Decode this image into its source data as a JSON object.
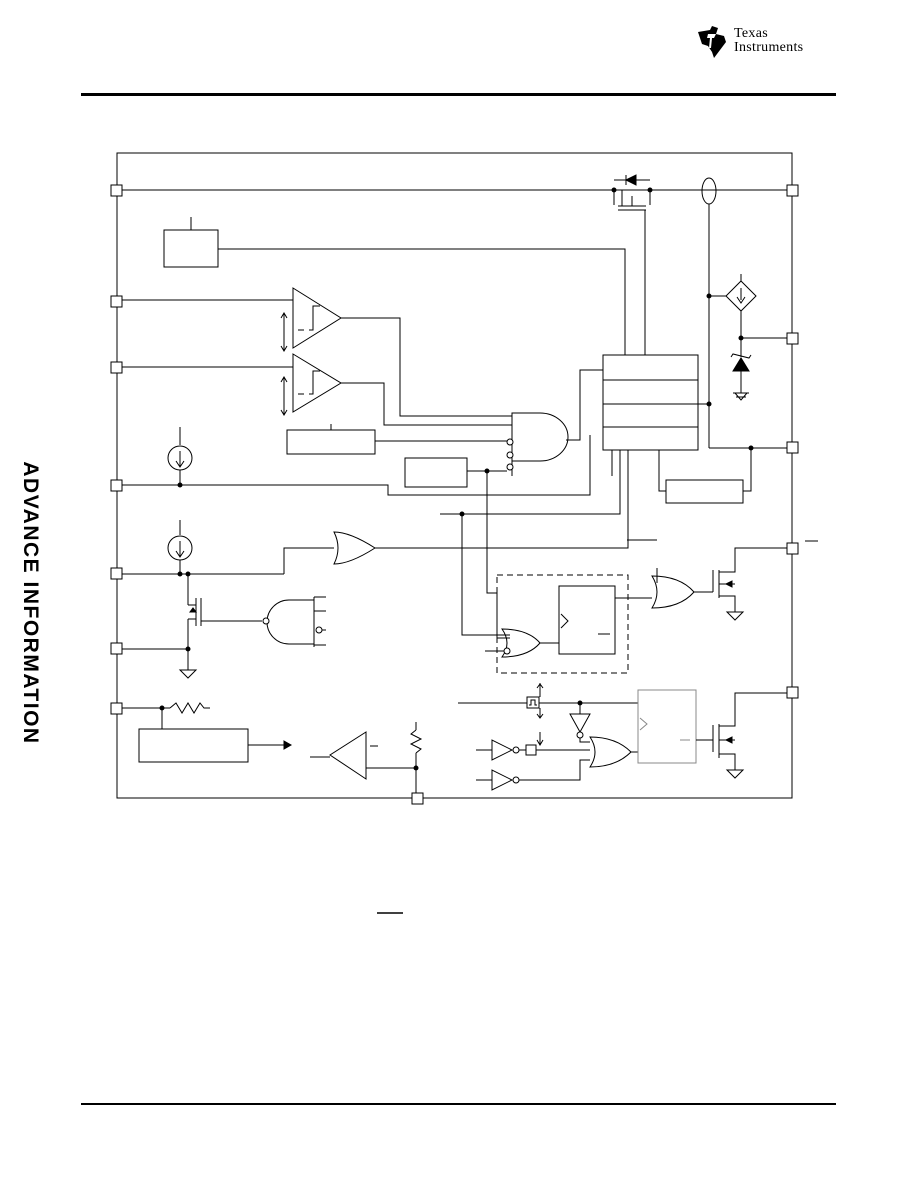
{
  "header": {
    "logo_line1": "Texas",
    "logo_line2": "Instruments"
  },
  "side_banner": "ADVANCE INFORMATION",
  "colors": {
    "ink": "#000000",
    "background": "#ffffff"
  },
  "icons": [
    "ti-logo-icon"
  ]
}
